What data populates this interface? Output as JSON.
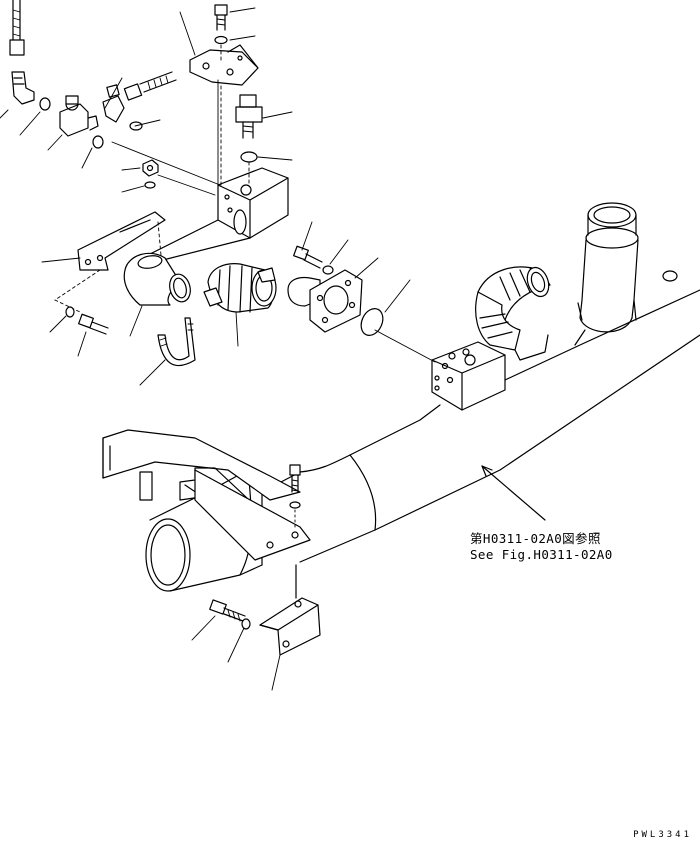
{
  "reference_note": {
    "japanese": "第H0311-02A0図参照",
    "english": "See Fig.H0311-02A0"
  },
  "drawing_code": "PWL3341"
}
